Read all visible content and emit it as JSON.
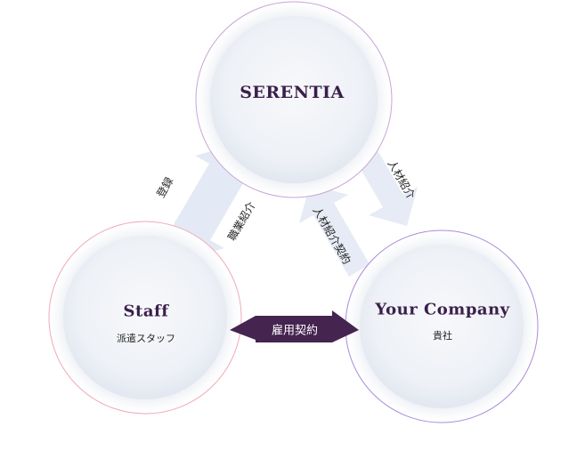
{
  "nodes": {
    "serentia": {
      "title": "SERENTIA"
    },
    "staff": {
      "title": "Staff",
      "subtitle": "派遣スタッフ"
    },
    "company": {
      "title": "Your Company",
      "subtitle": "貴社"
    }
  },
  "arrows": {
    "staff_to_serentia": "登録",
    "serentia_to_staff": "職業紹介",
    "serentia_to_company": "人材紹介",
    "company_to_serentia": "人材紹介契約",
    "staff_company": "雇用契約"
  },
  "colors": {
    "title_text": "#3a1f4a",
    "serentia_ring": "#c8a4d8",
    "staff_ring": "#f0a8b8",
    "company_ring": "#a98ad8",
    "arrow_fill": "#e3eaf5",
    "contract_arrow": "#45244f"
  }
}
